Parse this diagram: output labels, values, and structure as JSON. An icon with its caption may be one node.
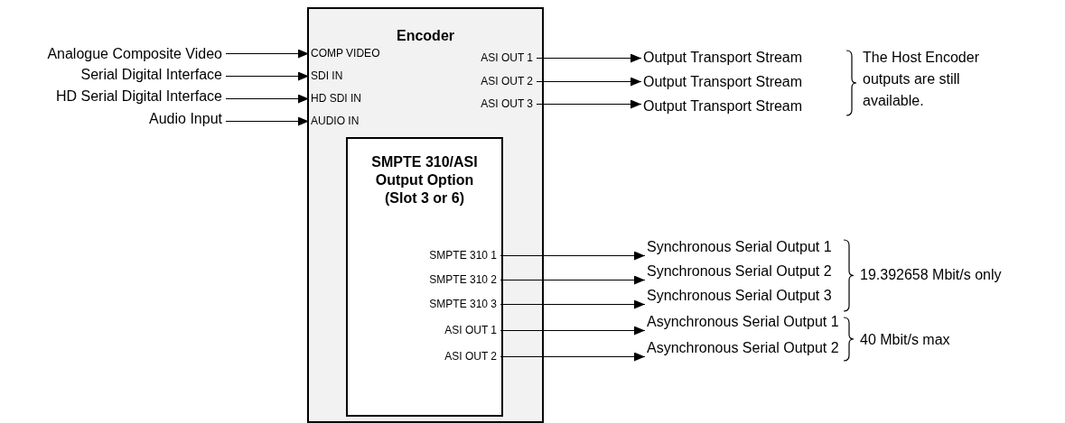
{
  "diagram": {
    "nodes": [
      {
        "text": [
          "Encoder"
        ]
      },
      {
        "text": [
          "SMPTE 310/ASI Output Option (Slot 3 or 6)"
        ],
        "in": 0
      },
      {
        "text": [
          "COMP VIDEO"
        ],
        "in": 0
      },
      {
        "text": [
          "SDI IN"
        ],
        "in": 0
      },
      {
        "text": [
          "HD SDI IN"
        ],
        "in": 0
      },
      {
        "text": [
          "AUDIO IN"
        ],
        "in": 0
      },
      {
        "text": [
          "ASI OUT 1"
        ],
        "in": 0
      },
      {
        "text": [
          "ASI OUT 2"
        ],
        "in": 0
      },
      {
        "text": [
          "ASI OUT 3"
        ],
        "in": 0
      },
      {
        "text": [
          "SMPTE 310 1"
        ],
        "in": 1
      },
      {
        "text": [
          "SMPTE 310 2"
        ],
        "in": 1
      },
      {
        "text": [
          "SMPTE 310 3"
        ],
        "in": 1
      },
      {
        "text": [
          "ASI OUT 1"
        ],
        "in": 1
      },
      {
        "text": [
          "ASI OUT 2"
        ],
        "in": 1
      },
      {
        "text": [
          "Analogue Composite Video"
        ]
      },
      {
        "text": [
          "Serial Digital Interface"
        ]
      },
      {
        "text": [
          "HD Serial Digital Interface"
        ]
      },
      {
        "text": [
          "Audio Input"
        ]
      },
      {
        "text": [
          "Output Transport Stream"
        ]
      },
      {
        "text": [
          "Output Transport Stream"
        ]
      },
      {
        "text": [
          "Output Transport Stream"
        ]
      },
      {
        "text": [
          "Synchronous Serial Output 1"
        ]
      },
      {
        "text": [
          "Synchronous Serial Output 2"
        ]
      },
      {
        "text": [
          "Synchronous Serial Output 3"
        ]
      },
      {
        "text": [
          "Asynchronous Serial Output 1"
        ]
      },
      {
        "text": [
          "Asynchronous Serial Output 2"
        ]
      }
    ],
    "edges": [
      {
        "from": 14,
        "to": 2,
        "arrow": "to"
      },
      {
        "from": 15,
        "to": 3,
        "arrow": "to"
      },
      {
        "from": 16,
        "to": 4,
        "arrow": "to"
      },
      {
        "from": 17,
        "to": 5,
        "arrow": "to"
      },
      {
        "from": 6,
        "to": 18,
        "arrow": "to"
      },
      {
        "from": 7,
        "to": 19,
        "arrow": "to"
      },
      {
        "from": 8,
        "to": 20,
        "arrow": "to"
      },
      {
        "from": 9,
        "to": 21,
        "arrow": "to"
      },
      {
        "from": 10,
        "to": 22,
        "arrow": "to"
      },
      {
        "from": 11,
        "to": 23,
        "arrow": "to"
      },
      {
        "from": 12,
        "to": 24,
        "arrow": "to"
      },
      {
        "from": 13,
        "to": 25,
        "arrow": "to"
      }
    ],
    "labels": [
      "The Host Encoder outputs are still available.",
      "19.392658 Mbit/s only",
      "40 Mbit/s max"
    ]
  }
}
